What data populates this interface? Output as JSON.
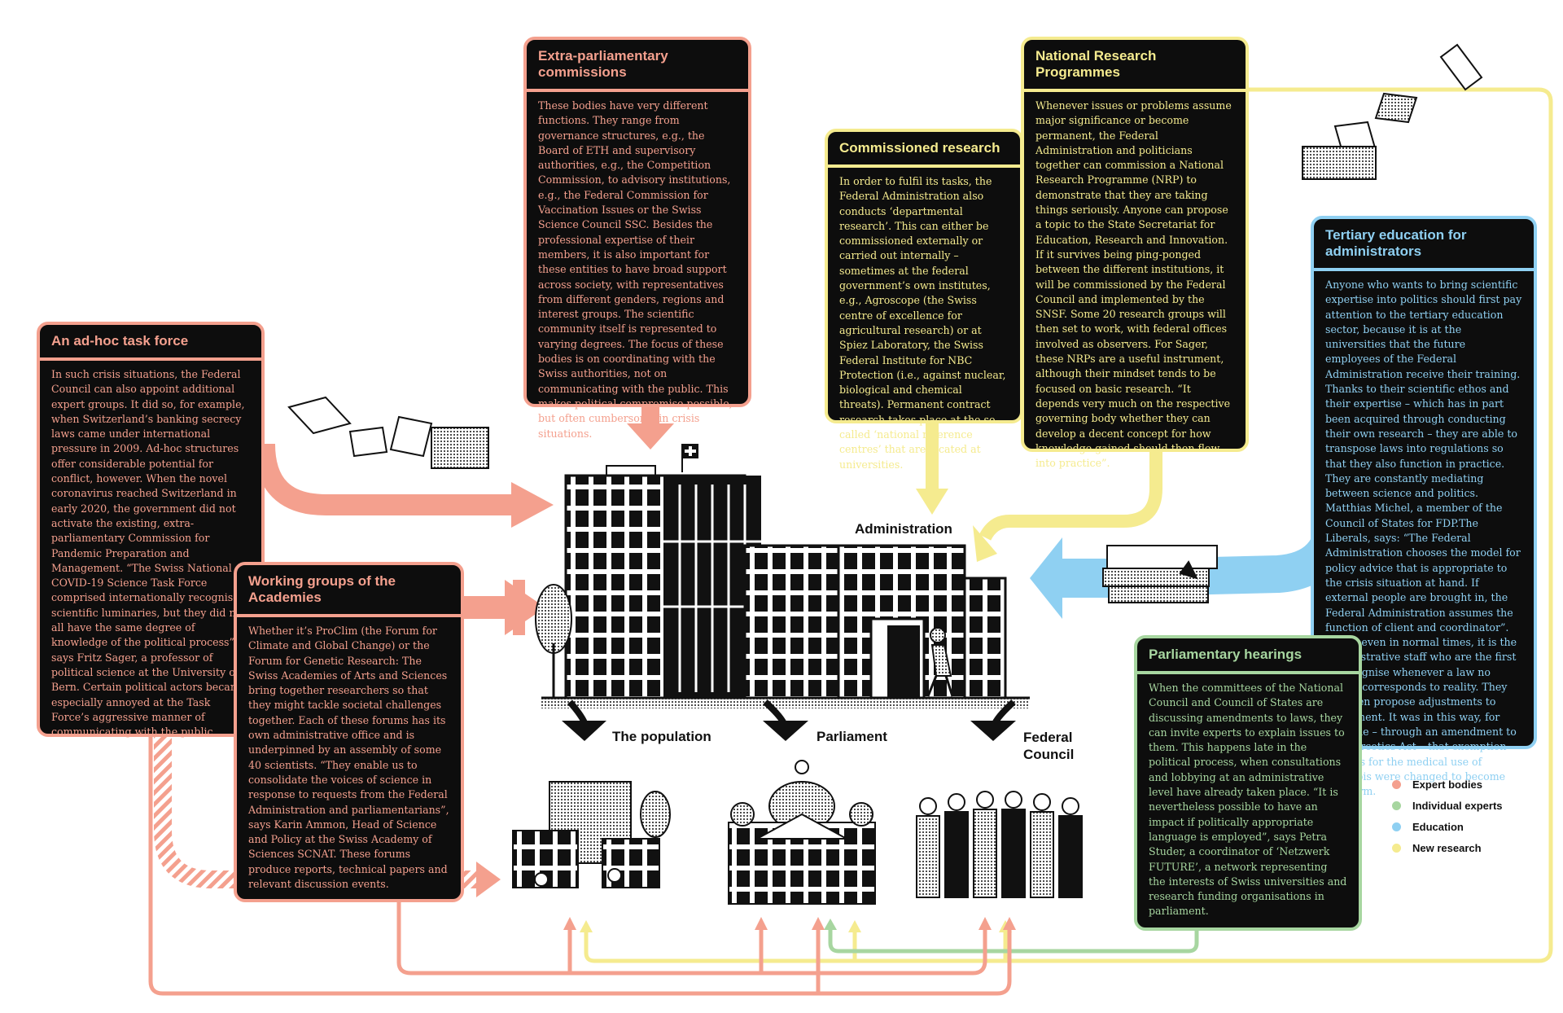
{
  "colors": {
    "expert_bodies": "#f4a08e",
    "individual_experts": "#a7d6a0",
    "education": "#8fd0f2",
    "new_research": "#f5eb8f"
  },
  "boxes": {
    "extra_parliamentary": {
      "title": "Extra-parliamentary commissions",
      "body": "These bodies have very different functions. They range from governance structures, e.g., the Board of ETH and supervisory authorities, e.g., the Competition Commission, to advisory institutions, e.g., the Federal Commission for Vaccination Issues or the Swiss Science Council SSC. Besides the professional expertise of their members, it is also important for these entities to have broad support across society, with representatives from different genders, regions and interest groups. The scientific community itself is represented to varying degrees. The focus of these bodies is on coordinating with the Swiss authorities, not on communicating with the public. This makes political compromise possible, but often cumbersome in crisis situations."
    },
    "commissioned_research": {
      "title": "Commissioned research",
      "body": "In order to fulfil its tasks, the Federal Administration also conducts ‘departmental research’. This can either be commissioned externally or carried out internally – sometimes at the federal government’s own institutes, e.g., Agroscope (the Swiss centre of excellence for agricultural research) or at Spiez Laboratory, the Swiss Federal Institute for NBC Protection (i.e., against nuclear, biological and chemical threats). Permanent contract research takes place at the so-called ‘national reference centres’ that are located at universities."
    },
    "nrp": {
      "title": "National Research Programmes",
      "body": "Whenever issues or problems assume major significance or become permanent, the Federal Administration and politicians together can commission a National Research Programme (NRP) to demonstrate that they are taking things seriously. Anyone can propose a topic to the State Secretariat for Education, Research and Innovation. If it survives being ping-ponged between the different institutions, it will be commissioned by the Federal Council and implemented by the SNSF. Some 20 research groups will then set to work, with federal offices involved as observers. For Sager, these NRPs are a useful instrument, although their mindset tends to be focused on basic research. “It depends very much on the respective governing body whether they can develop a decent concept for how knowledge gained should then flow into practice”."
    },
    "tertiary": {
      "title": "Tertiary education for administrators",
      "body": "Anyone who wants to bring scientific expertise into politics should first pay attention to the tertiary education sector, because it is at the universities that the future employees of the Federal Administration receive their training. Thanks to their scientific ethos and their expertise – which has in part been acquired through conducting their own research – they are able to transpose laws into regulations so that they also function in practice. They are constantly mediating between science and politics. Matthias Michel, a member of the Council of States for FDP.The Liberals, says: “The Federal Administration chooses the model for policy advice that is appropriate to the crisis situation at hand. If external people are brought in, the Federal Administration assumes the function of client and coordinator”.",
      "body2": "But even in normal times, it is the administrative staff who are the first to recognise whenever a law no longer corresponds to reality. They can then propose adjustments to parliament. It was in this way, for example – through an amendment to the Narcotics Act – that exemption permits for the medical use of cannabis were changed to become the norm."
    },
    "adhoc": {
      "title": "An ad-hoc task force",
      "body": "In such crisis situations, the Federal Council can also appoint additional expert groups. It did so, for example, when Switzerland’s banking secrecy laws came under international pressure in 2009. Ad-hoc structures offer considerable potential for conflict, however. When the novel coronavirus reached Switzerland in early 2020, the government did not activate the existing, extra-parliamentary Commission for Pandemic Preparation and Management. “The Swiss National COVID-19 Science Task Force comprised internationally recognised scientific luminaries, but they did not all have the same degree of knowledge of the political process”, says Fritz Sager, a professor of political science at the University of Bern. Certain political actors became especially annoyed at the Task Force’s aggressive manner of communicating with the public."
    },
    "working_groups": {
      "title": "Working groups of the Academies",
      "body": "Whether it’s ProClim (the Forum for Climate and Global Change) or the Forum for Genetic Research: The Swiss Academies of Arts and Sciences bring together researchers so that they might tackle societal challenges together. Each of these forums has its own administrative office and is underpinned by an assembly of some 40 scientists. “They enable us to consolidate the voices of science in response to requests from the Federal Administration and parliamentarians”, says Karin Ammon, Head of Science and Policy at the Swiss Academy of Sciences SCNAT. These forums produce reports, technical papers and relevant discussion events."
    },
    "hearings": {
      "title": "Parliamentary hearings",
      "body": "When the committees of the National Council and Council of States are discussing amendments to laws, they can invite experts to explain issues to them. This happens late in the political process, when consultations and lobbying at an administrative level have already taken place. “It is nevertheless possible to have an impact if politically appropriate language is employed”, says Petra Studer, a coordinator of ‘Netzwerk FUTURE’, a network representing the interests of Swiss universities and research funding organisations in parliament."
    }
  },
  "labels": {
    "administration": "Administration",
    "population": "The population",
    "parliament": "Parliament",
    "federal_council": "Federal Council"
  },
  "legend": [
    {
      "label": "Expert bodies",
      "color": "#f4a08e"
    },
    {
      "label": "Individual experts",
      "color": "#a7d6a0"
    },
    {
      "label": "Education",
      "color": "#8fd0f2"
    },
    {
      "label": "New research",
      "color": "#f5eb8f"
    }
  ]
}
